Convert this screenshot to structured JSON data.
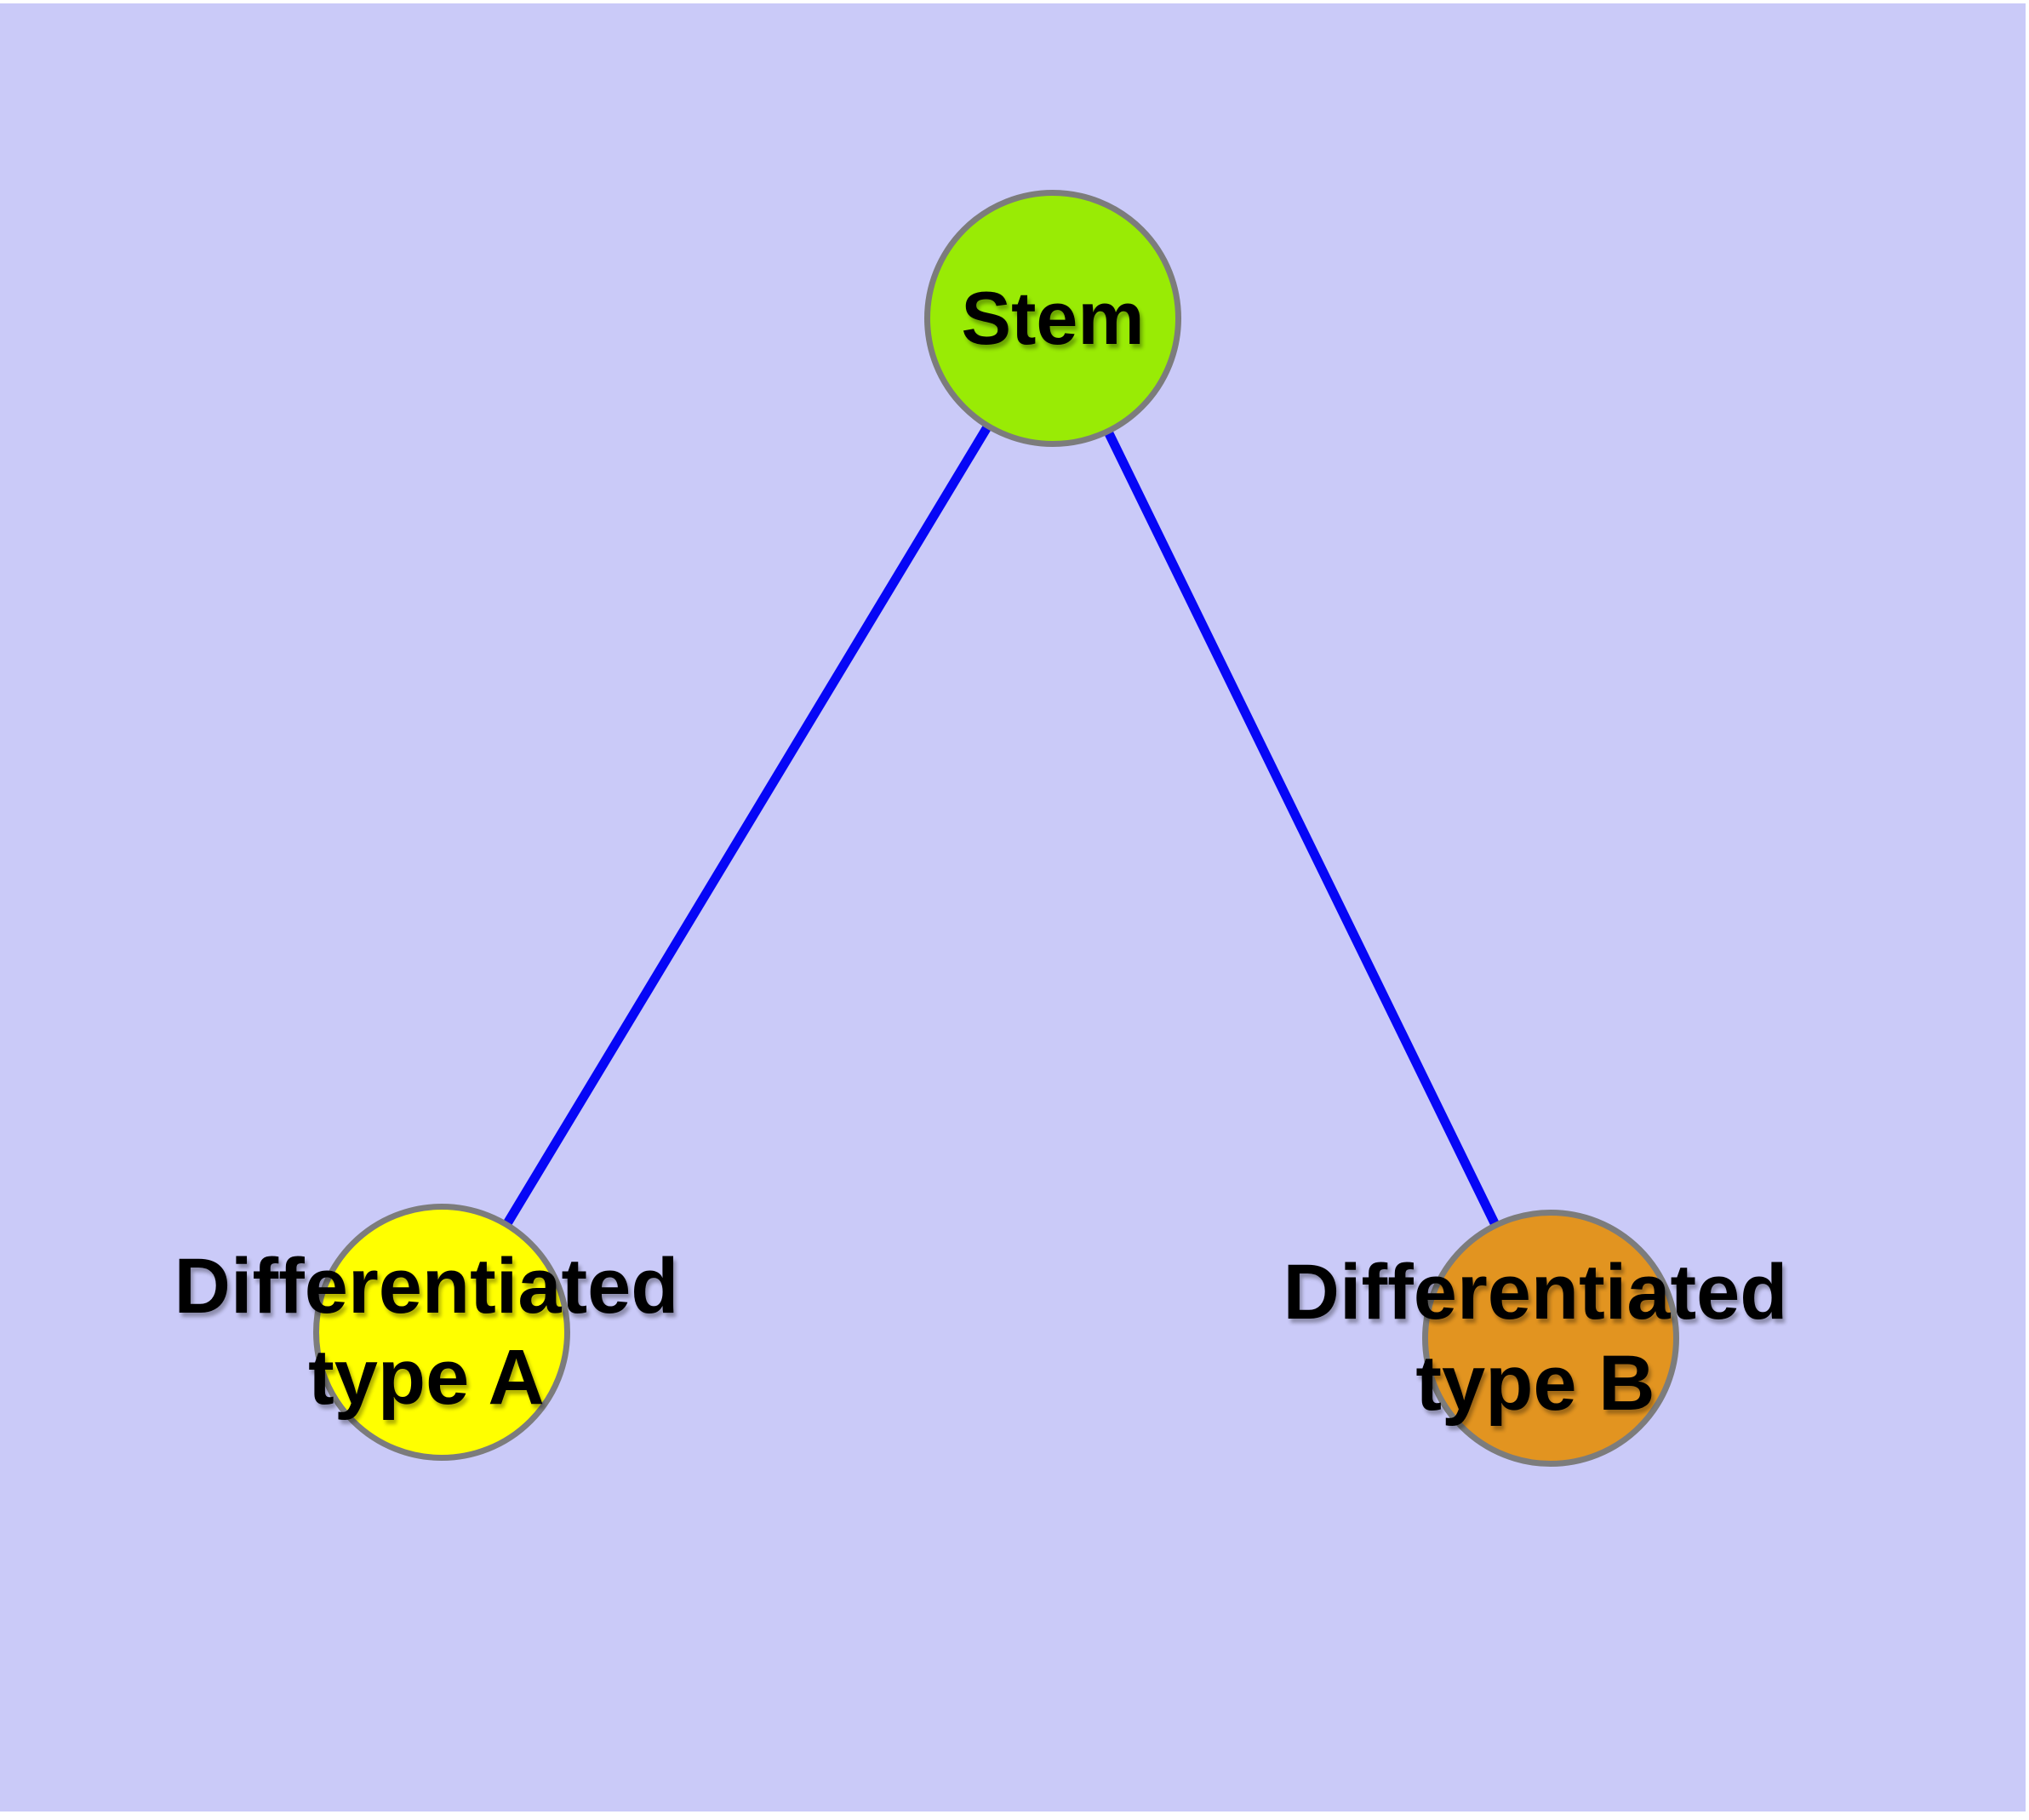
{
  "page": {
    "background": "#ffffff"
  },
  "canvas": {
    "background": "#cacaf8"
  },
  "graph": {
    "text_color": "#000000",
    "node_border_color": "#7c7c7c",
    "nodes": [
      {
        "id": "stem",
        "label_lines": [
          "Stem"
        ],
        "fill": "#99eb05",
        "stroke": "#7c7c7c"
      },
      {
        "id": "differentiated-type-a",
        "label_lines": [
          "Differentiated",
          "type A"
        ],
        "fill": "#ffff00",
        "stroke": "#7c7c7c"
      },
      {
        "id": "differentiated-type-b",
        "label_lines": [
          "Differentiated",
          "type B"
        ],
        "fill": "#e29420",
        "stroke": "#7c7c7c"
      }
    ],
    "edges": [
      {
        "from": "stem",
        "to": "differentiated-type-a",
        "color": "#0606f6"
      },
      {
        "from": "stem",
        "to": "differentiated-type-b",
        "color": "#0606f6"
      }
    ]
  }
}
